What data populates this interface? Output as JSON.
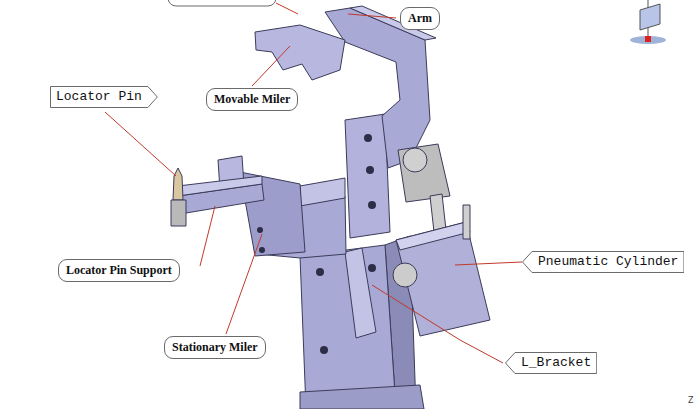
{
  "diagram": {
    "nodes": [
      {
        "text": [
          "Arm"
        ]
      },
      {
        "text": [
          "Locator Pin"
        ]
      },
      {
        "text": [
          "Movable Miler"
        ]
      },
      {
        "text": [
          "Locator Pin Support"
        ]
      },
      {
        "text": [
          "Pneumatic Cylinder"
        ]
      },
      {
        "text": [
          "Stationary Miler"
        ]
      },
      {
        "text": [
          "L_Bracket"
        ]
      }
    ],
    "labels": [
      "Z"
    ]
  }
}
